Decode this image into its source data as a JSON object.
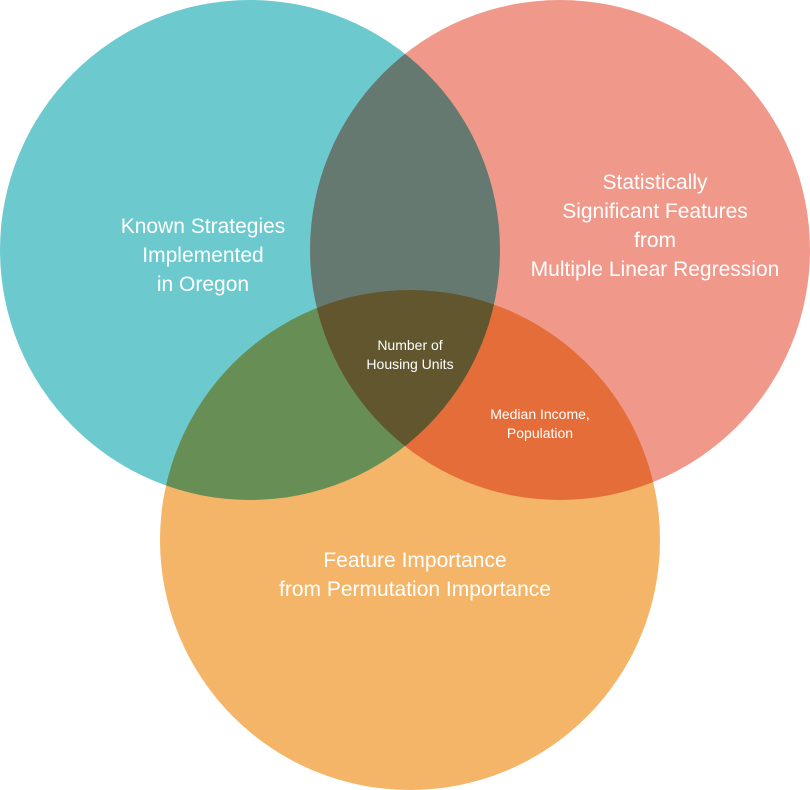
{
  "diagram": {
    "sets": [
      {
        "id": "strategies",
        "label": "Known Strategies\nImplemented\nin Oregon",
        "color": "#6ccacf"
      },
      {
        "id": "regression",
        "label": "Statistically\nSignificant Features\nfrom\nMultiple Linear Regression",
        "color": "#f0998b"
      },
      {
        "id": "permutation",
        "label": "Feature Importance\nfrom Permutation Importance",
        "color": "#f4b568"
      }
    ],
    "intersections": {
      "all_three": "Number of\nHousing Units",
      "regression_and_permutation": "Median Income,\nPopulation"
    }
  }
}
